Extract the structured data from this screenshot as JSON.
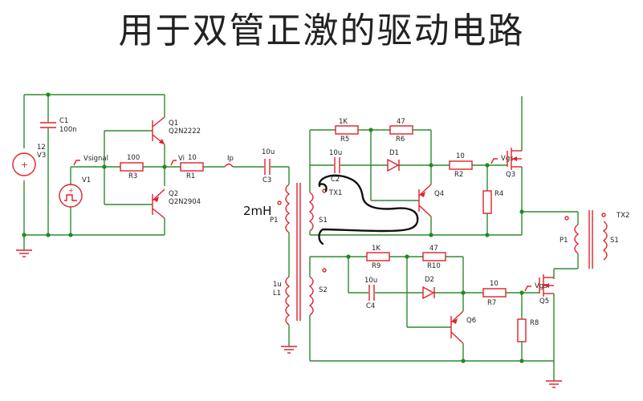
{
  "title": "用于双管正激的驱动电路",
  "labels": {
    "c1": "C1",
    "c1_val": "100n",
    "v3_val": "12",
    "v3": "V3",
    "vsignal": "Vsignal",
    "v1": "V1",
    "q1": "Q1",
    "q1_part": "Q2N2222",
    "q2": "Q2",
    "q2_part": "Q2N2904",
    "r3_val": "100",
    "r3": "R3",
    "vi": "Vi",
    "r1_val": "10",
    "r1": "R1",
    "ip": "Ip",
    "c3_val": "10u",
    "c3": "C3",
    "l_2mh": "2mH",
    "p1": "P1",
    "s1": "S1",
    "tx1": "TX1",
    "s2": "S2",
    "l1_val": "1u",
    "l1": "L1",
    "r5_val": "1K",
    "r5": "R5",
    "r6_val": "47",
    "r6": "R6",
    "c2_val": "10u",
    "c2": "C2",
    "d1": "D1",
    "q4": "Q4",
    "r2_val": "10",
    "r2": "R2",
    "r4": "R4",
    "vgs1": "Vgs",
    "q3": "Q3",
    "tx2": "TX2",
    "p1b": "P1",
    "s1b": "S1",
    "r9_val": "1K",
    "r9": "R9",
    "r10_val": "47",
    "r10": "R10",
    "c4_val": "10u",
    "c4": "C4",
    "d2": "D2",
    "q6": "Q6",
    "r7_val": "10",
    "r7": "R7",
    "vgs2": "Vgs",
    "q5": "Q5",
    "r8": "R8"
  },
  "colors": {
    "wire": "#2e8b2e",
    "component": "#e0202a",
    "junction": "#1f8a1f",
    "text": "#222222",
    "annotation": "#111111"
  }
}
